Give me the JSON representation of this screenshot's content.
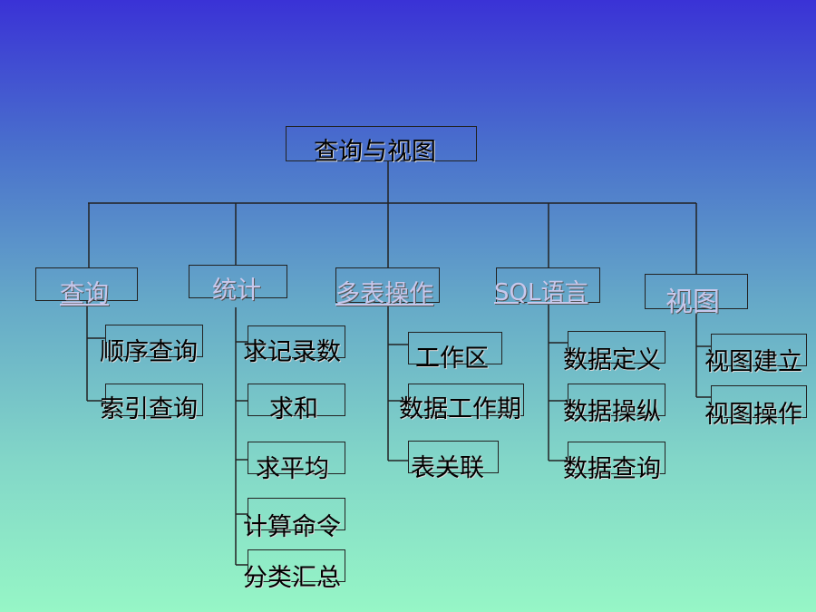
{
  "root": {
    "label": "查询与视图"
  },
  "categories": [
    {
      "label": "查询",
      "items": [
        "顺序查询",
        "索引查询"
      ]
    },
    {
      "label": "统计",
      "items": [
        "求记录数",
        "求和",
        "求平均",
        "计算命令",
        "分类汇总"
      ]
    },
    {
      "label": "多表操作",
      "items": [
        "工作区",
        "数据工作期",
        "表关联"
      ]
    },
    {
      "label": "SQL语言",
      "items": [
        "数据定义",
        "数据操纵",
        "数据查询"
      ]
    },
    {
      "label": "视图",
      "items": [
        "视图建立",
        "视图操作"
      ]
    }
  ]
}
